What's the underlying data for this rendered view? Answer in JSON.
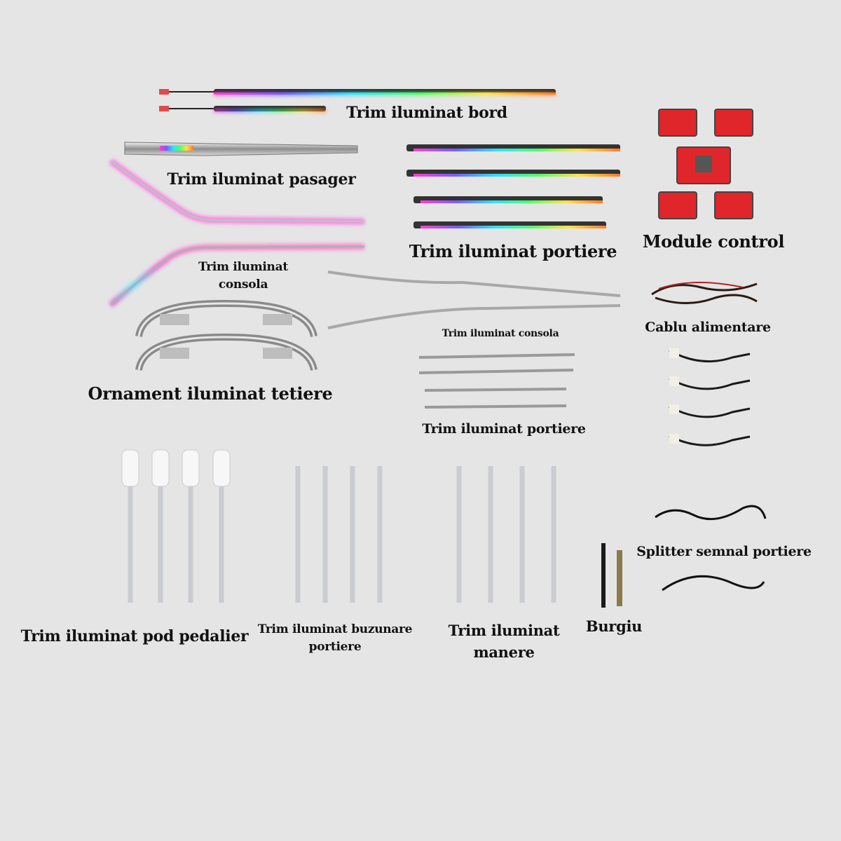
{
  "colors": {
    "background": "#e5e5e5",
    "label_text": "#111111",
    "module_red": "#e0262a",
    "chrome": "#b8b8b8",
    "cable_gray": "#c9ccd0",
    "rgb_glow": [
      "#ff3fd0",
      "#7a5cff",
      "#2fe0ff",
      "#4dff6a",
      "#ffe24a",
      "#ff7a2a"
    ]
  },
  "labels": {
    "trim_bord": "Trim iluminat bord",
    "trim_pasager": "Trim iluminat pasager",
    "trim_consola_left": [
      "Trim iluminat",
      "consola"
    ],
    "ornament_tetiere": "Ornament iluminat tetiere",
    "trim_portiere_top": "Trim iluminat portiere",
    "trim_consola_mid": "Trim iluminat consola",
    "trim_portiere_mid": "Trim iluminat portiere",
    "module_control": "Module control",
    "cablu_alimentare": "Cablu alimentare",
    "splitter": "Splitter semnal portiere",
    "trim_pod_pedalier": "Trim iluminat pod pedalier",
    "trim_buzunare": [
      "Trim iluminat buzunare",
      "portiere"
    ],
    "trim_manere": [
      "Trim iluminat",
      "manere"
    ],
    "burgiu": "Burgiu"
  },
  "items": [
    "dashboard-light-strips",
    "passenger-trim-strips",
    "console-trim-strips",
    "headrest-ornaments",
    "door-rgb-strips",
    "console-chrome-strips",
    "door-chrome-strips",
    "control-modules",
    "power-cable",
    "door-signal-harnesses",
    "splitter-cables",
    "footwell-lights",
    "door-pocket-lights",
    "handle-lights",
    "drill-bit"
  ]
}
